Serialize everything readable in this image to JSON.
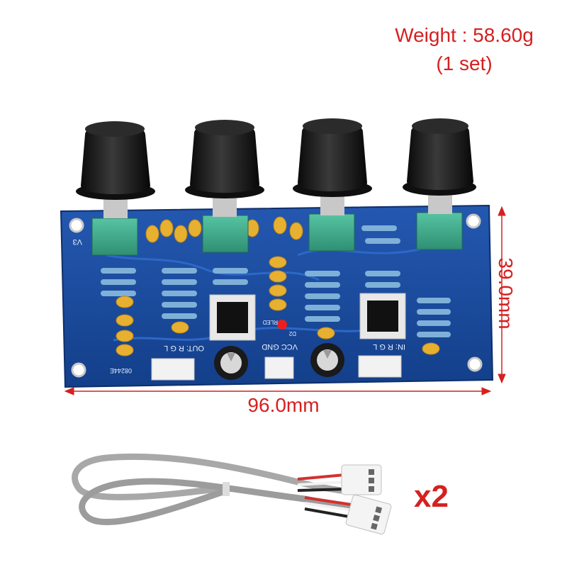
{
  "product": {
    "weight_line": "Weight : 58.60g",
    "set_line": "(1 set)",
    "width_label": "96.0mm",
    "height_label": "39.0mm",
    "quantity_label": "x2"
  },
  "board": {
    "silk_version": "V3",
    "silk_out": "OUT: R  G  L",
    "silk_power": "VCC  GND",
    "silk_in": "IN: R  G  L",
    "silk_led": "RLED",
    "silk_d2": "D2",
    "silk_serial": "08244E"
  },
  "colors": {
    "annotation_red": "#d62020",
    "pcb_blue": "#1a4fa0",
    "knob_black": "#1a1a1a",
    "pot_green": "#3fae8e",
    "cap_yellow": "#e8b030",
    "cable_gray": "#a8a8a8"
  }
}
